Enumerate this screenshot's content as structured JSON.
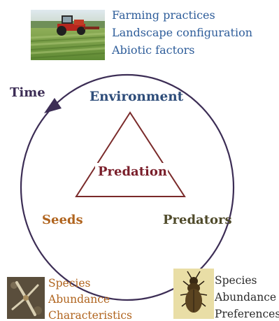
{
  "environment_info": {
    "lines": [
      "Farming practices",
      "Landscape configuration",
      "Abiotic factors"
    ]
  },
  "cycle": {
    "time_label": "Time",
    "center_label": "Predation",
    "nodes": {
      "environment": "Environment",
      "seeds": "Seeds",
      "predators": "Predators"
    }
  },
  "seeds_info": {
    "lines": [
      "Species",
      "Abundance",
      "Characteristics"
    ]
  },
  "predators_info": {
    "lines": [
      "Species",
      "Abundance",
      "Preferences"
    ]
  },
  "colors": {
    "environment": "#2e4d7a",
    "seeds": "#b0641e",
    "predators": "#4f4a2a",
    "predation": "#7a1f2b",
    "circle": "#3c2d55",
    "triangle": "#7a2a2a",
    "env_text": "#2e5d9a"
  }
}
